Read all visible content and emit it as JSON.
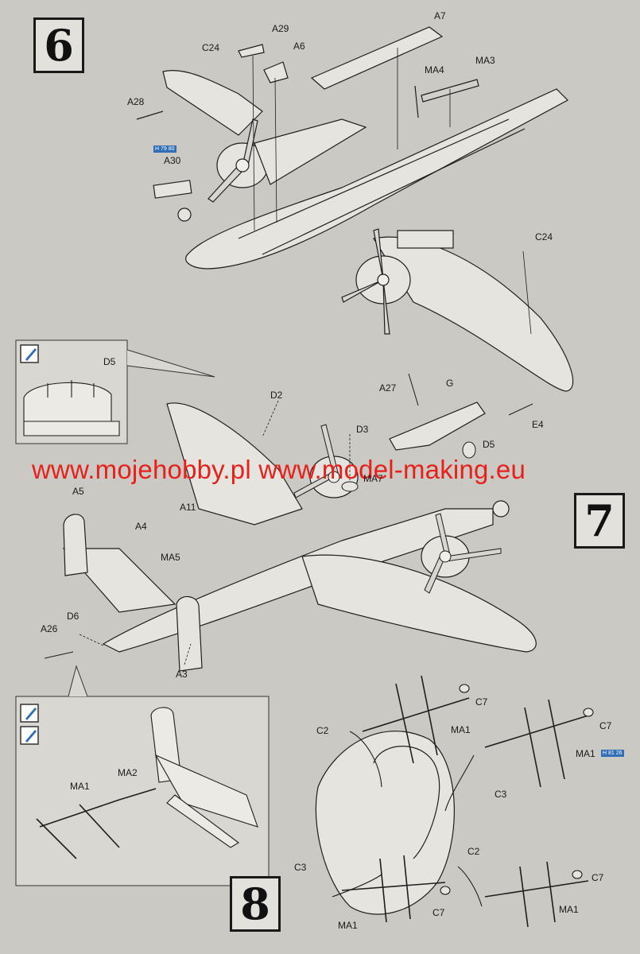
{
  "steps": {
    "s6": "6",
    "s7": "7",
    "s8": "8"
  },
  "watermark": "www.mojehobby.pl www.model-making.eu",
  "labels6": {
    "a29": "A29",
    "a6": "A6",
    "c24a": "C24",
    "a7": "A7",
    "ma4": "MA4",
    "ma3": "MA3",
    "a28": "A28",
    "a30": "A30",
    "c24b": "C24"
  },
  "labels7": {
    "d5a": "D5",
    "d2": "D2",
    "d3": "D3",
    "a27": "A27",
    "g": "G",
    "e4": "E4",
    "d5b": "D5",
    "a5": "A5",
    "a4": "A4",
    "ma7": "MA7",
    "a11": "A11",
    "ma5": "MA5",
    "a26": "A26",
    "d6": "D6",
    "a3": "A3"
  },
  "labels8": {
    "c7a": "C7",
    "ma1a": "MA1",
    "c2a": "C2",
    "c7b": "C7",
    "ma1b": "MA1",
    "c3a": "C3",
    "c3b": "C3",
    "c2b": "C2",
    "c7c": "C7",
    "c7d": "C7",
    "ma1c": "MA1",
    "ma1d": "MA1",
    "ma1e": "MA1",
    "ma2": "MA2"
  },
  "badges": {
    "b1": "H 79 80",
    "b2": "H 81 26"
  },
  "colors": {
    "paper": "#c9c7c2",
    "ink": "#1a1a1a",
    "watermark": "#e8201c",
    "paint_icon": "#2f6db5"
  }
}
